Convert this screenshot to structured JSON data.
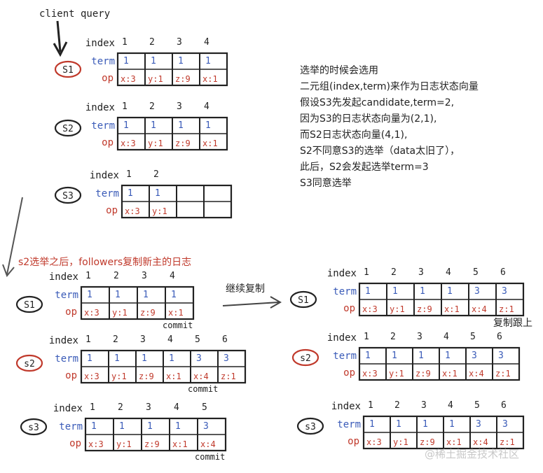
{
  "labels": {
    "client_query": "client query",
    "index": "index",
    "term": "term",
    "op": "op",
    "commit": "commit",
    "continue_copy": "继续复制",
    "copy_caught_up": "复制跟上",
    "section_caption": "s2选举之后，followers复制新主的日志"
  },
  "note_lines": [
    "选举的时候会选用",
    "二元组(index,term)来作为日志状态向量",
    "  假设S3先发起candidate,term=2,",
    "因为S3的日志状态向量为(2,1),",
    "而S2日志状态向量(4,1),",
    "S2不同意S3的选举（data太旧了），",
    "此后，S2会发起选举term=3",
    "  S3同意选举"
  ],
  "watermark": "@稀土掘金技术社区",
  "colors": {
    "ink": "#222222",
    "term_blue": "#3a5bb8",
    "op_red": "#c0392b",
    "leader_ring": "#c0392b"
  },
  "blocks": [
    {
      "node": "S1",
      "leader": true,
      "cells": 4,
      "indexes": [
        "1",
        "2",
        "3",
        "4"
      ],
      "terms": [
        "1",
        "1",
        "1",
        "1"
      ],
      "ops": [
        "x:3",
        "y:1",
        "z:9",
        "x:1"
      ]
    },
    {
      "node": "S2",
      "leader": false,
      "cells": 4,
      "indexes": [
        "1",
        "2",
        "3",
        "4"
      ],
      "terms": [
        "1",
        "1",
        "1",
        "1"
      ],
      "ops": [
        "x:3",
        "y:1",
        "z:9",
        "x:1"
      ]
    },
    {
      "node": "S3",
      "leader": false,
      "cells": 4,
      "indexes": [
        "1",
        "2"
      ],
      "terms": [
        "1",
        "1"
      ],
      "ops": [
        "x:3",
        "y:1"
      ]
    },
    {
      "node": "S1",
      "leader": false,
      "cells": 4,
      "commit": true,
      "indexes": [
        "1",
        "2",
        "3",
        "4"
      ],
      "terms": [
        "1",
        "1",
        "1",
        "1"
      ],
      "ops": [
        "x:3",
        "y:1",
        "z:9",
        "x:1"
      ]
    },
    {
      "node": "s2",
      "leader": true,
      "cells": 6,
      "commit": true,
      "indexes": [
        "1",
        "2",
        "3",
        "4",
        "5",
        "6"
      ],
      "terms": [
        "1",
        "1",
        "1",
        "1",
        "3",
        "3"
      ],
      "ops": [
        "x:3",
        "y:1",
        "z:9",
        "x:1",
        "x:4",
        "z:1"
      ]
    },
    {
      "node": "s3",
      "leader": false,
      "cells": 5,
      "commit": true,
      "indexes": [
        "1",
        "2",
        "3",
        "4",
        "5"
      ],
      "terms": [
        "1",
        "1",
        "1",
        "1",
        "3"
      ],
      "ops": [
        "x:3",
        "y:1",
        "z:9",
        "x:1",
        "x:4"
      ]
    },
    {
      "node": "S1",
      "leader": false,
      "cells": 6,
      "indexes": [
        "1",
        "2",
        "3",
        "4",
        "5",
        "6"
      ],
      "terms": [
        "1",
        "1",
        "1",
        "1",
        "3",
        "3"
      ],
      "ops": [
        "x:3",
        "y:1",
        "z:9",
        "x:1",
        "x:4",
        "z:1"
      ]
    },
    {
      "node": "s2",
      "leader": true,
      "cells": 6,
      "indexes": [
        "1",
        "2",
        "3",
        "4",
        "5",
        "6"
      ],
      "terms": [
        "1",
        "1",
        "1",
        "1",
        "3",
        "3"
      ],
      "ops": [
        "x:3",
        "y:1",
        "z:9",
        "x:1",
        "x:4",
        "z:1"
      ]
    },
    {
      "node": "s3",
      "leader": false,
      "cells": 6,
      "indexes": [
        "1",
        "2",
        "3",
        "4",
        "5",
        "6"
      ],
      "terms": [
        "1",
        "1",
        "1",
        "1",
        "3",
        "3"
      ],
      "ops": [
        "x:3",
        "y:1",
        "z:9",
        "x:1",
        "x:4",
        "z:1"
      ]
    }
  ]
}
